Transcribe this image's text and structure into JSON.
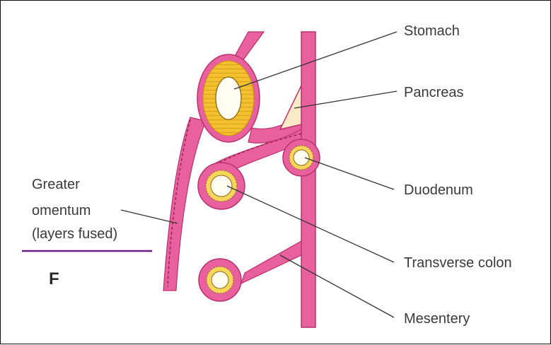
{
  "labels": {
    "stomach": "Stomach",
    "pancreas": "Pancreas",
    "duodenum": "Duodenum",
    "transverse_colon": "Transverse colon",
    "mesentery": "Mesentery",
    "greater_omentum": [
      "Greater",
      "omentum",
      "(layers fused)"
    ]
  },
  "figure_letter": "F",
  "colors": {
    "tissue": "#e8609d",
    "tissue_edge": "#b8336e",
    "organ_fill": "#f3c12f",
    "organ_ring": "#f7d65a",
    "lumen": "#fffdf2",
    "pancreas": "#fbeac6",
    "underline": "#6a1b8a"
  }
}
